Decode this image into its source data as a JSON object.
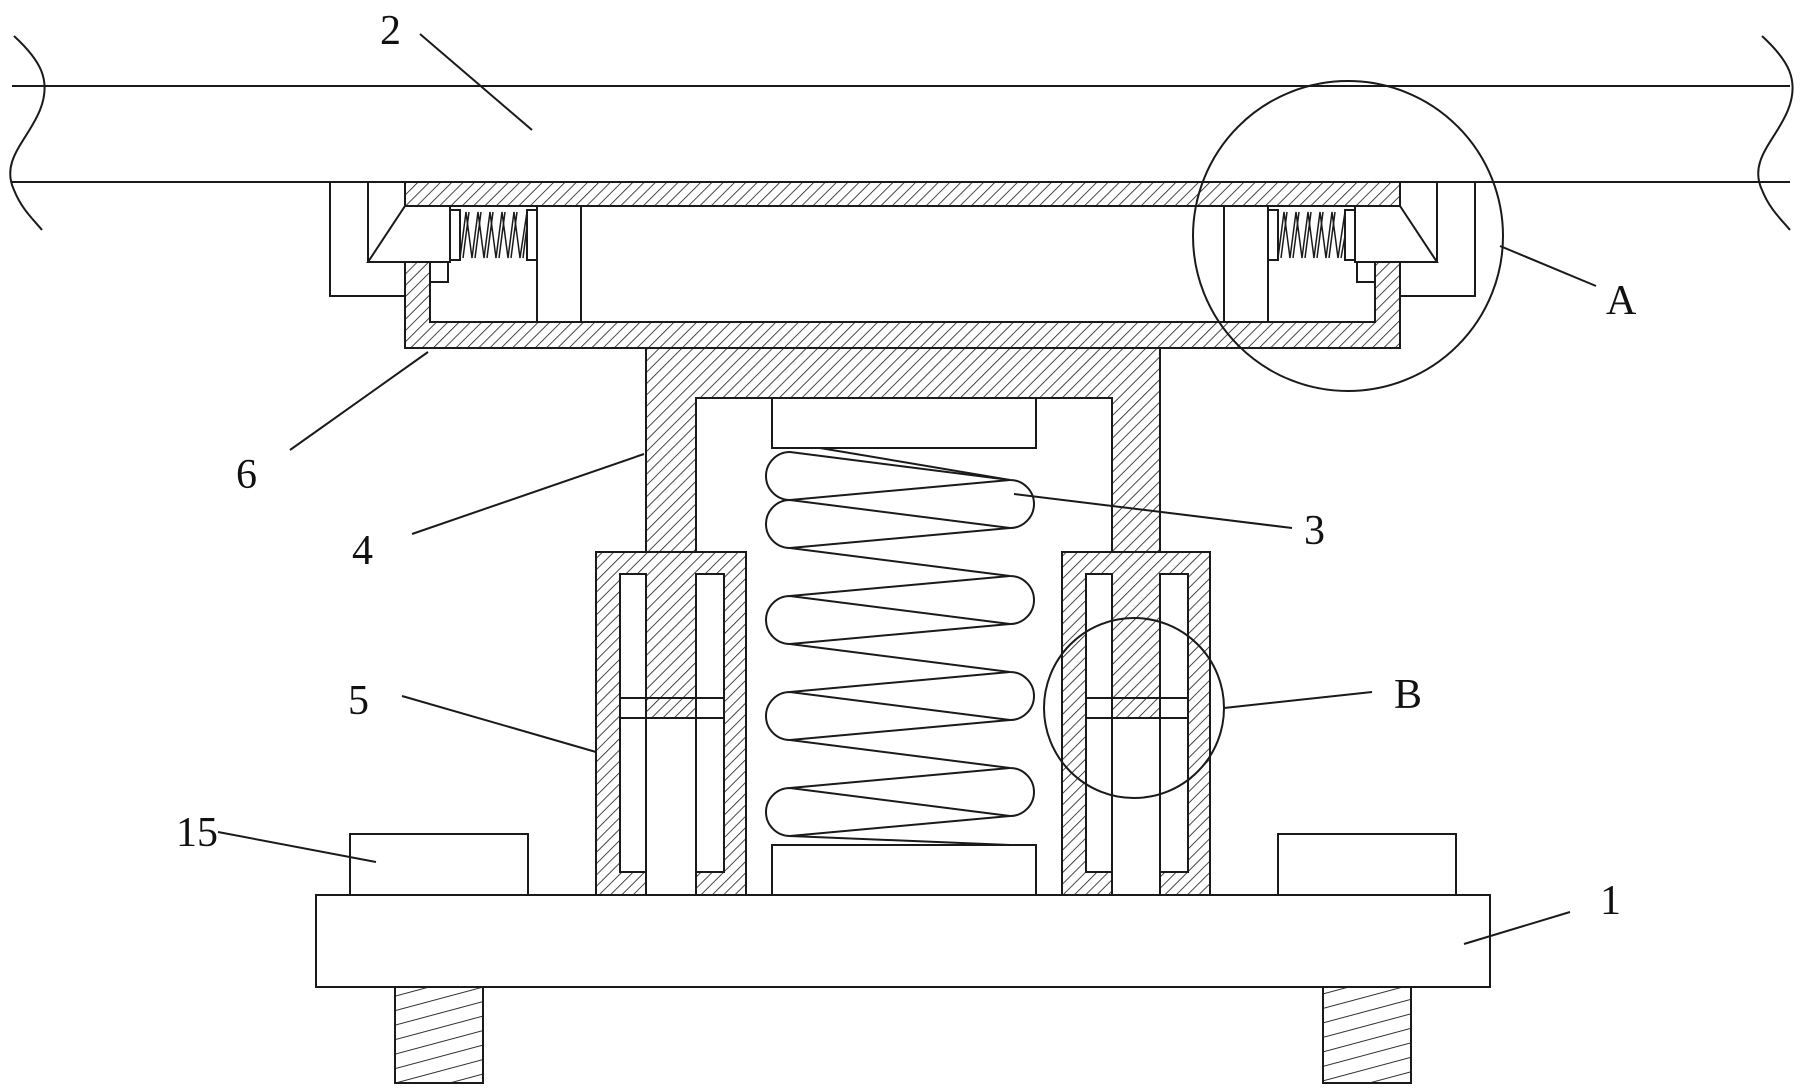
{
  "labels": {
    "base_plate": "1",
    "beam": "2",
    "main_spring": "3",
    "piston": "4",
    "sleeve": "5",
    "cap": "6",
    "foot_block": "15",
    "detail_a": "A",
    "detail_b": "B"
  },
  "colors": {
    "line": "#1a1a1a",
    "background": "#ffffff"
  }
}
